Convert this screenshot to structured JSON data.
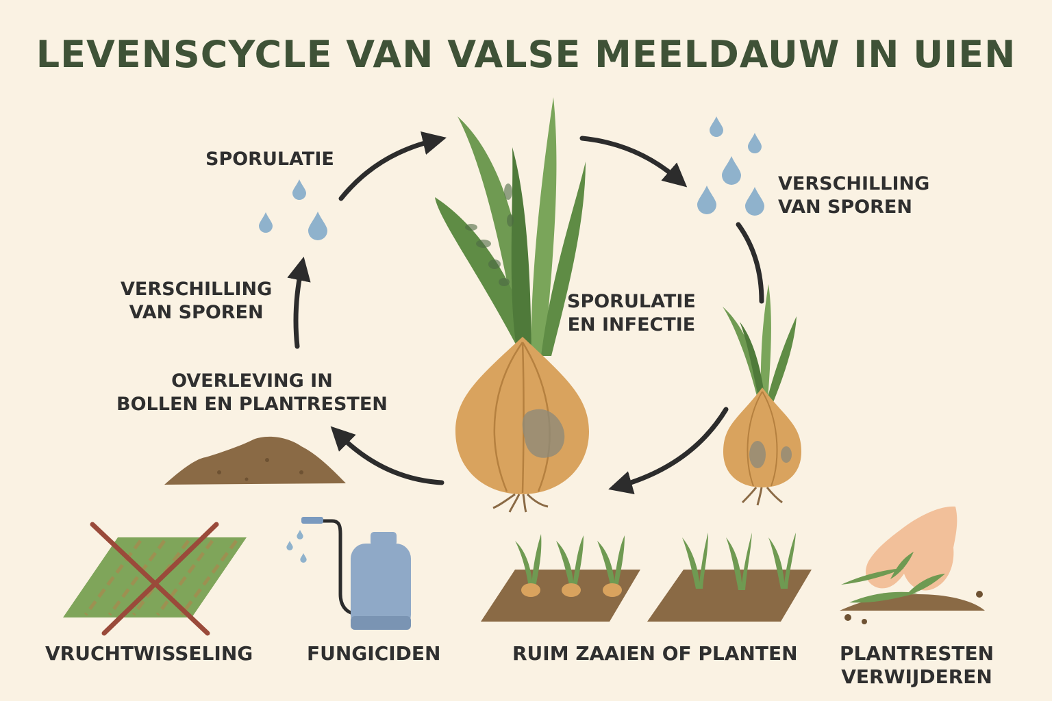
{
  "title": "LEVENSCYCLE VAN VALSE MEELDAUW IN UIEN",
  "cycle": {
    "sporulatie": "SPORULATIE",
    "verschilling_right": [
      "VERSCHILLING",
      "VAN SPOREN"
    ],
    "verschilling_left": [
      "VERSCHILLING",
      "VAN SPOREN"
    ],
    "sporulatie_infectie": [
      "SPORULATIE",
      "EN INFECTIE"
    ],
    "overleving": [
      "OVERLEVING IN",
      "BOLLEN EN PLANTRESTEN"
    ]
  },
  "measures": [
    {
      "label": [
        "VRUCHTWISSELING"
      ],
      "icon": "crossed-field-icon"
    },
    {
      "label": [
        "FUNGICIDEN"
      ],
      "icon": "sprayer-icon"
    },
    {
      "label": [
        "RUIM ZAAIEN OF PLANTEN"
      ],
      "icon": "spaced-planting-icon"
    },
    {
      "label": [
        "PLANTRESTEN",
        "VERWIJDEREN"
      ],
      "icon": "hand-removing-debris-icon"
    }
  ],
  "colors": {
    "background": "#faf2e3",
    "title": "#3f5237",
    "leaf": "#6f9a52",
    "leaf_dark": "#4f7a3a",
    "bulb": "#d9a35e",
    "soil": "#8a6a45",
    "drop": "#8fb2cc",
    "arrow": "#2c2c2c",
    "cross": "#9a4a3a"
  }
}
